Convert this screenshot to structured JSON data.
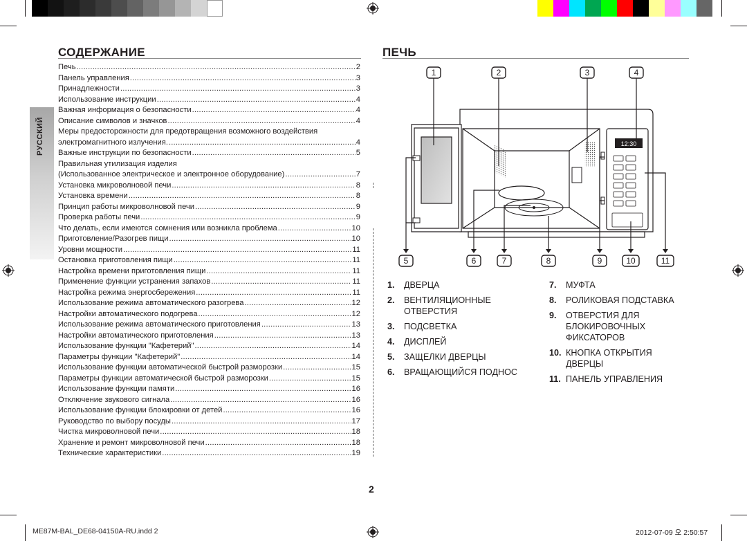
{
  "colors": {
    "gray_bar": [
      "#000000",
      "#121212",
      "#1e1e1e",
      "#2c2c2c",
      "#3a3a3a",
      "#4d4d4d",
      "#636363",
      "#7c7c7c",
      "#969696",
      "#b4b4b4",
      "#d4d4d4",
      "#ffffff"
    ],
    "color_bar": [
      "#ffff00",
      "#ff00ff",
      "#00e5ff",
      "#00a651",
      "#00ff00",
      "#ff0000",
      "#000000",
      "#ffff99",
      "#ff99ff",
      "#99ffff",
      "#666666"
    ],
    "text": "#231f20",
    "rule": "#8c8c8c"
  },
  "language_tab": "РУССКИЙ",
  "toc": {
    "title": "СОДЕРЖАНИЕ",
    "entries": [
      {
        "text": "Печь",
        "page": "2"
      },
      {
        "text": "Панель управления",
        "page": "3"
      },
      {
        "text": "Принадлежности",
        "page": "3"
      },
      {
        "text": "Использование инструкции",
        "page": "4"
      },
      {
        "text": "Важная информация о безопасности",
        "page": "4"
      },
      {
        "text": "Описание символов и значков",
        "page": "4"
      },
      {
        "text": "Меры предосторожности для предотвращения возможного воздействия",
        "page": ""
      },
      {
        "text": "электромагнитного излучения.",
        "page": "4"
      },
      {
        "text": "Важные инструкции по безопасности",
        "page": "5"
      },
      {
        "text": "Правильная утилизация изделия",
        "page": ""
      },
      {
        "text": "(Использованное электрическое и электронное оборудование)",
        "page": "7"
      },
      {
        "text": "Установка микроволновой печи",
        "page": "8"
      },
      {
        "text": "Установка времени",
        "page": "8"
      },
      {
        "text": "Принцип работы микроволновой печи",
        "page": "9"
      },
      {
        "text": "Проверка работы печи",
        "page": "9"
      },
      {
        "text": "Что делать, если имеются сомнения или возникла проблема",
        "page": "10"
      },
      {
        "text": "Приготовление/Разогрев пищи",
        "page": "10"
      },
      {
        "text": "Уровни мощности",
        "page": "11"
      },
      {
        "text": "Остановка приготовления пищи",
        "page": "11"
      },
      {
        "text": "Настройка времени приготовления пищи",
        "page": "11"
      },
      {
        "text": "Применение функции устранения запахов",
        "page": "11"
      },
      {
        "text": "Настройка режима энергосбережения",
        "page": "11"
      },
      {
        "text": "Использование режима автоматического разогрева",
        "page": "12"
      },
      {
        "text": "Настройки автоматического подогрева",
        "page": "12"
      },
      {
        "text": "Использование режима автоматического приготовления",
        "page": "13"
      },
      {
        "text": "Настройки автоматического приготовления",
        "page": "13"
      },
      {
        "text": "Использование функции \"Кафетерий\"",
        "page": "14"
      },
      {
        "text": "Параметры функции \"Кафетерий\"",
        "page": "14"
      },
      {
        "text": "Использование функции автоматической быстрой разморозки",
        "page": "15"
      },
      {
        "text": "Параметры функции автоматической быстрой разморозки",
        "page": "15"
      },
      {
        "text": "Использование функции памяти",
        "page": "16"
      },
      {
        "text": "Отключение звукового сигнала",
        "page": "16"
      },
      {
        "text": "Использование функции блокировки от детей",
        "page": "16"
      },
      {
        "text": "Руководство по выбору посуды",
        "page": "17"
      },
      {
        "text": "Чистка микроволновой печи",
        "page": "18"
      },
      {
        "text": "Хранение и ремонт микроволновой печи",
        "page": "18"
      },
      {
        "text": "Технические характеристики",
        "page": "19"
      }
    ]
  },
  "oven": {
    "title": "ПЕЧЬ",
    "display_text": "12:30",
    "callouts_top": [
      "1",
      "2",
      "3",
      "4"
    ],
    "callouts_bottom": [
      "5",
      "6",
      "7",
      "8",
      "9",
      "10",
      "11"
    ],
    "legend_left": [
      {
        "num": "1.",
        "label": "ДВЕРЦА"
      },
      {
        "num": "2.",
        "label": "ВЕНТИЛЯЦИОННЫЕ\nОТВЕРСТИЯ"
      },
      {
        "num": "3.",
        "label": "ПОДСВЕТКА"
      },
      {
        "num": "4.",
        "label": "ДИСПЛЕЙ"
      },
      {
        "num": "5.",
        "label": "ЗАЩЕЛКИ ДВЕРЦЫ"
      },
      {
        "num": "6.",
        "label": "ВРАЩАЮЩИЙСЯ ПОДНОС"
      }
    ],
    "legend_right": [
      {
        "num": "7.",
        "label": "МУФТА"
      },
      {
        "num": "8.",
        "label": "РОЛИКОВАЯ ПОДСТАВКА"
      },
      {
        "num": "9.",
        "label": "ОТВЕРСТИЯ ДЛЯ\nБЛОКИРОВОЧНЫХ\nФИКСАТОРОВ"
      },
      {
        "num": "10.",
        "label": "КНОПКА ОТКРЫТИЯ\nДВЕРЦЫ"
      },
      {
        "num": "11.",
        "label": "ПАНЕЛЬ УПРАВЛЕНИЯ"
      }
    ]
  },
  "page_number": "2",
  "footer": {
    "file": "ME87M-BAL_DE68-04150A-RU.indd   2",
    "timestamp": "2012-07-09   오 2:50:57"
  }
}
